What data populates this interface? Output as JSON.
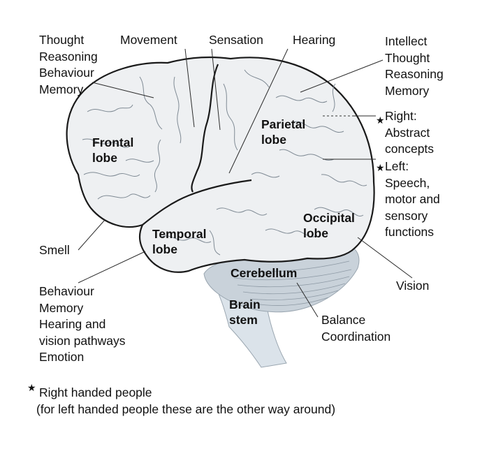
{
  "labels": {
    "frontal_functions": [
      "Thought",
      "Reasoning",
      "Behaviour",
      "Memory"
    ],
    "movement": "Movement",
    "sensation": "Sensation",
    "hearing": "Hearing",
    "parietal_functions": [
      "Intellect",
      "Thought",
      "Reasoning",
      "Memory"
    ],
    "right_functions": [
      "Right:",
      "Abstract",
      "concepts"
    ],
    "left_functions": [
      "Left:",
      "Speech,",
      "motor and",
      "sensory",
      "functions"
    ],
    "smell": "Smell",
    "temporal_functions": [
      "Behaviour",
      "Memory",
      "Hearing and",
      "vision pathways",
      "Emotion"
    ],
    "vision": "Vision",
    "cerebellum_functions": [
      "Balance",
      "Coordination"
    ]
  },
  "lobes": {
    "frontal": [
      "Frontal",
      "lobe"
    ],
    "parietal": [
      "Parietal",
      "lobe"
    ],
    "temporal": [
      "Temporal",
      "lobe"
    ],
    "occipital": [
      "Occipital",
      "lobe"
    ],
    "cerebellum": "Cerebellum",
    "brain_stem": [
      "Brain",
      "stem"
    ]
  },
  "footnote": {
    "star": "★",
    "line1": "Right handed people",
    "line2": "(for left handed people these are the other way around)"
  },
  "colors": {
    "brain_fill": "#eef0f2",
    "cerebellum_fill": "#c9d2da",
    "stem_fill": "#dbe3ea",
    "outline": "#1a1a1a"
  }
}
